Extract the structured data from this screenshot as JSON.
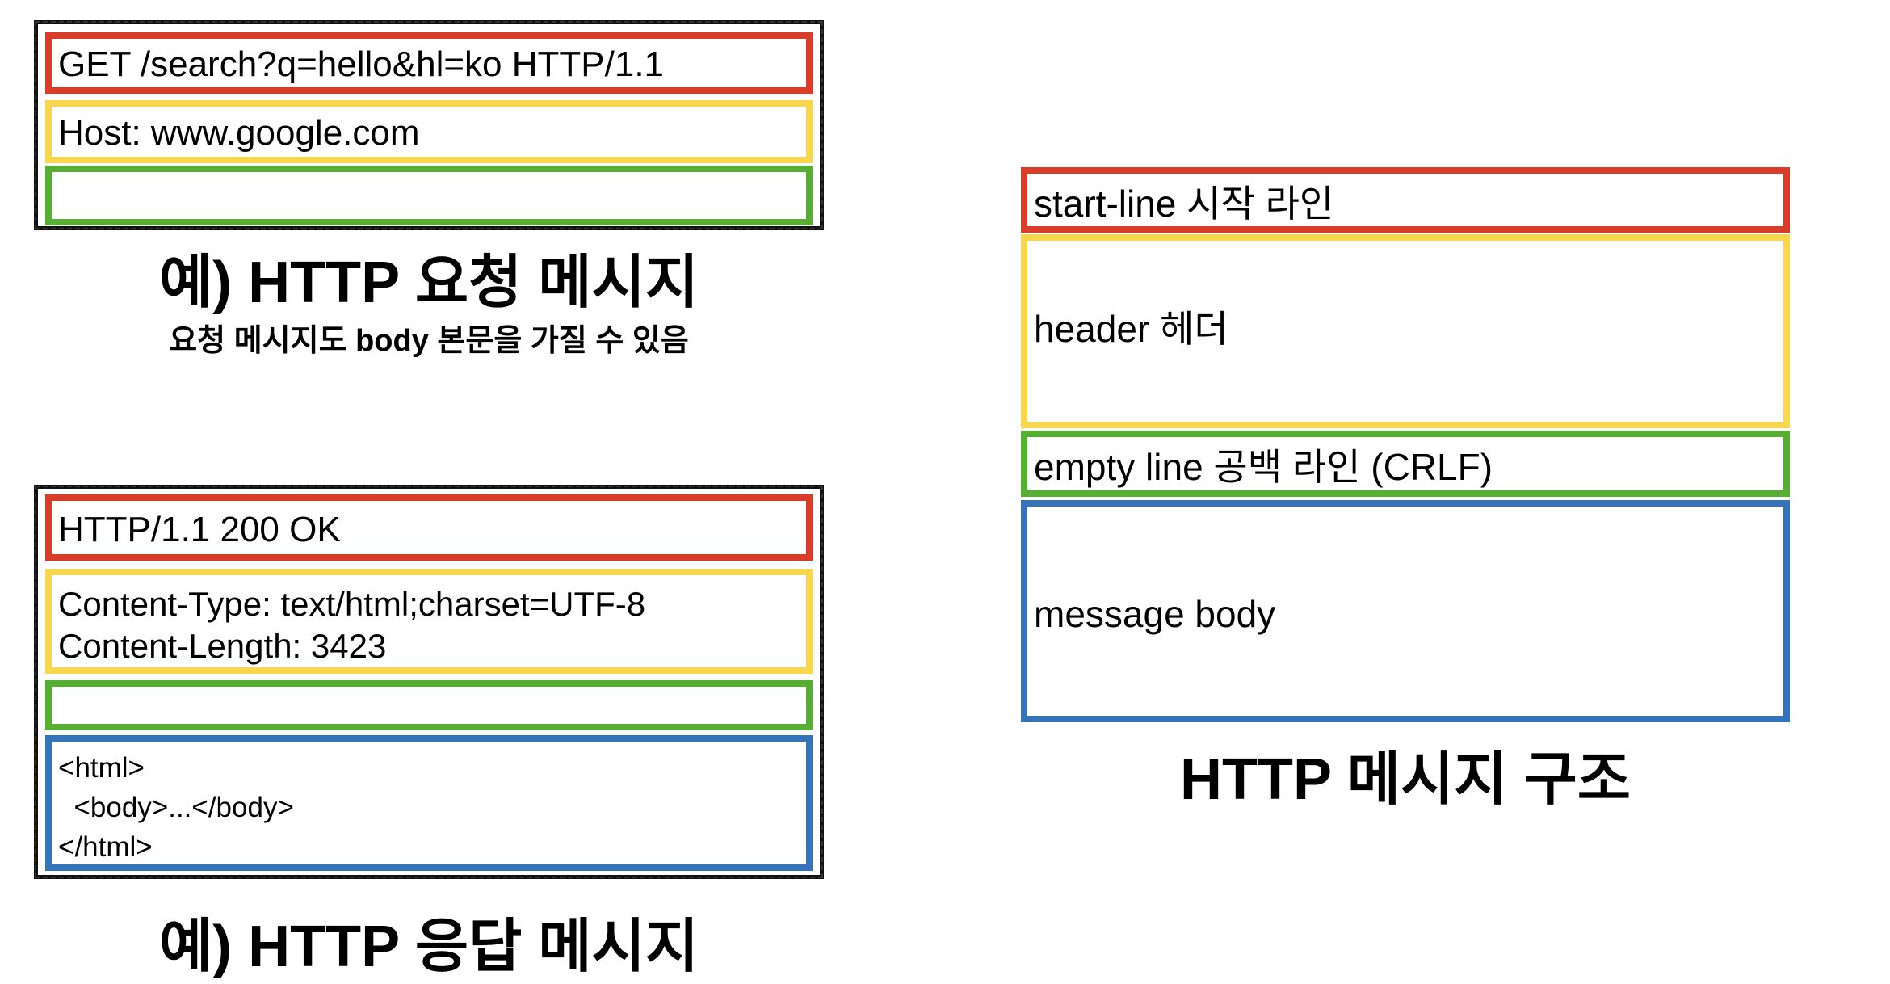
{
  "colors": {
    "start_line": "#d93d29",
    "header": "#f8d74f",
    "empty_line": "#56ae33",
    "body": "#3574b8"
  },
  "request": {
    "start_line": "GET /search?q=hello&hl=ko HTTP/1.1",
    "header": "Host: www.google.com",
    "empty_line": "",
    "title": "예) HTTP 요청 메시지",
    "subtitle": "요청 메시지도 body 본문을 가질 수 있음"
  },
  "response": {
    "start_line": "HTTP/1.1 200 OK",
    "header": "Content-Type: text/html;charset=UTF-8\nContent-Length: 3423",
    "empty_line": "",
    "body": "<html>\n  <body>...</body>\n</html>",
    "title": "예) HTTP 응답 메시지"
  },
  "structure": {
    "start_line": "start-line 시작 라인",
    "header": "header 헤더",
    "empty_line": "empty line 공백 라인 (CRLF)",
    "body": "message body",
    "title": "HTTP 메시지 구조"
  }
}
